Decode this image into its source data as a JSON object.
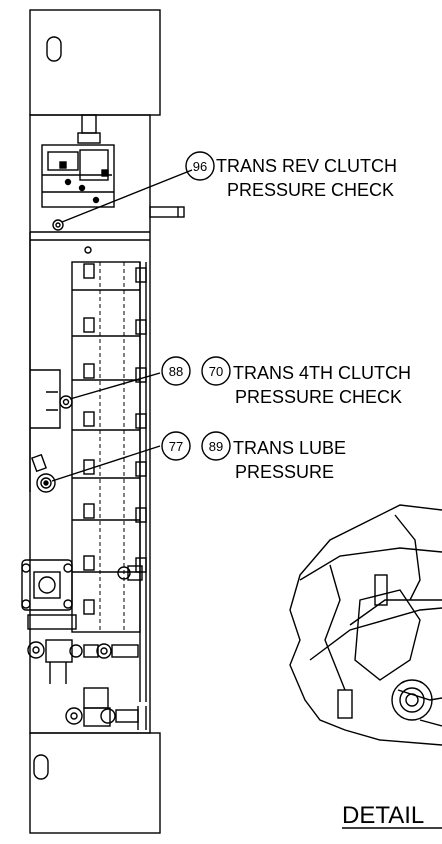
{
  "callouts": [
    {
      "numbers": [
        "96"
      ],
      "lines": [
        "TRANS REV CLUTCH",
        "PRESSURE CHECK"
      ]
    },
    {
      "numbers": [
        "88",
        "70"
      ],
      "lines": [
        "TRANS 4TH CLUTCH",
        "PRESSURE CHECK"
      ]
    },
    {
      "numbers": [
        "77",
        "89"
      ],
      "lines": [
        "TRANS LUBE",
        "PRESSURE"
      ]
    }
  ],
  "detail_label": "DETAIL"
}
